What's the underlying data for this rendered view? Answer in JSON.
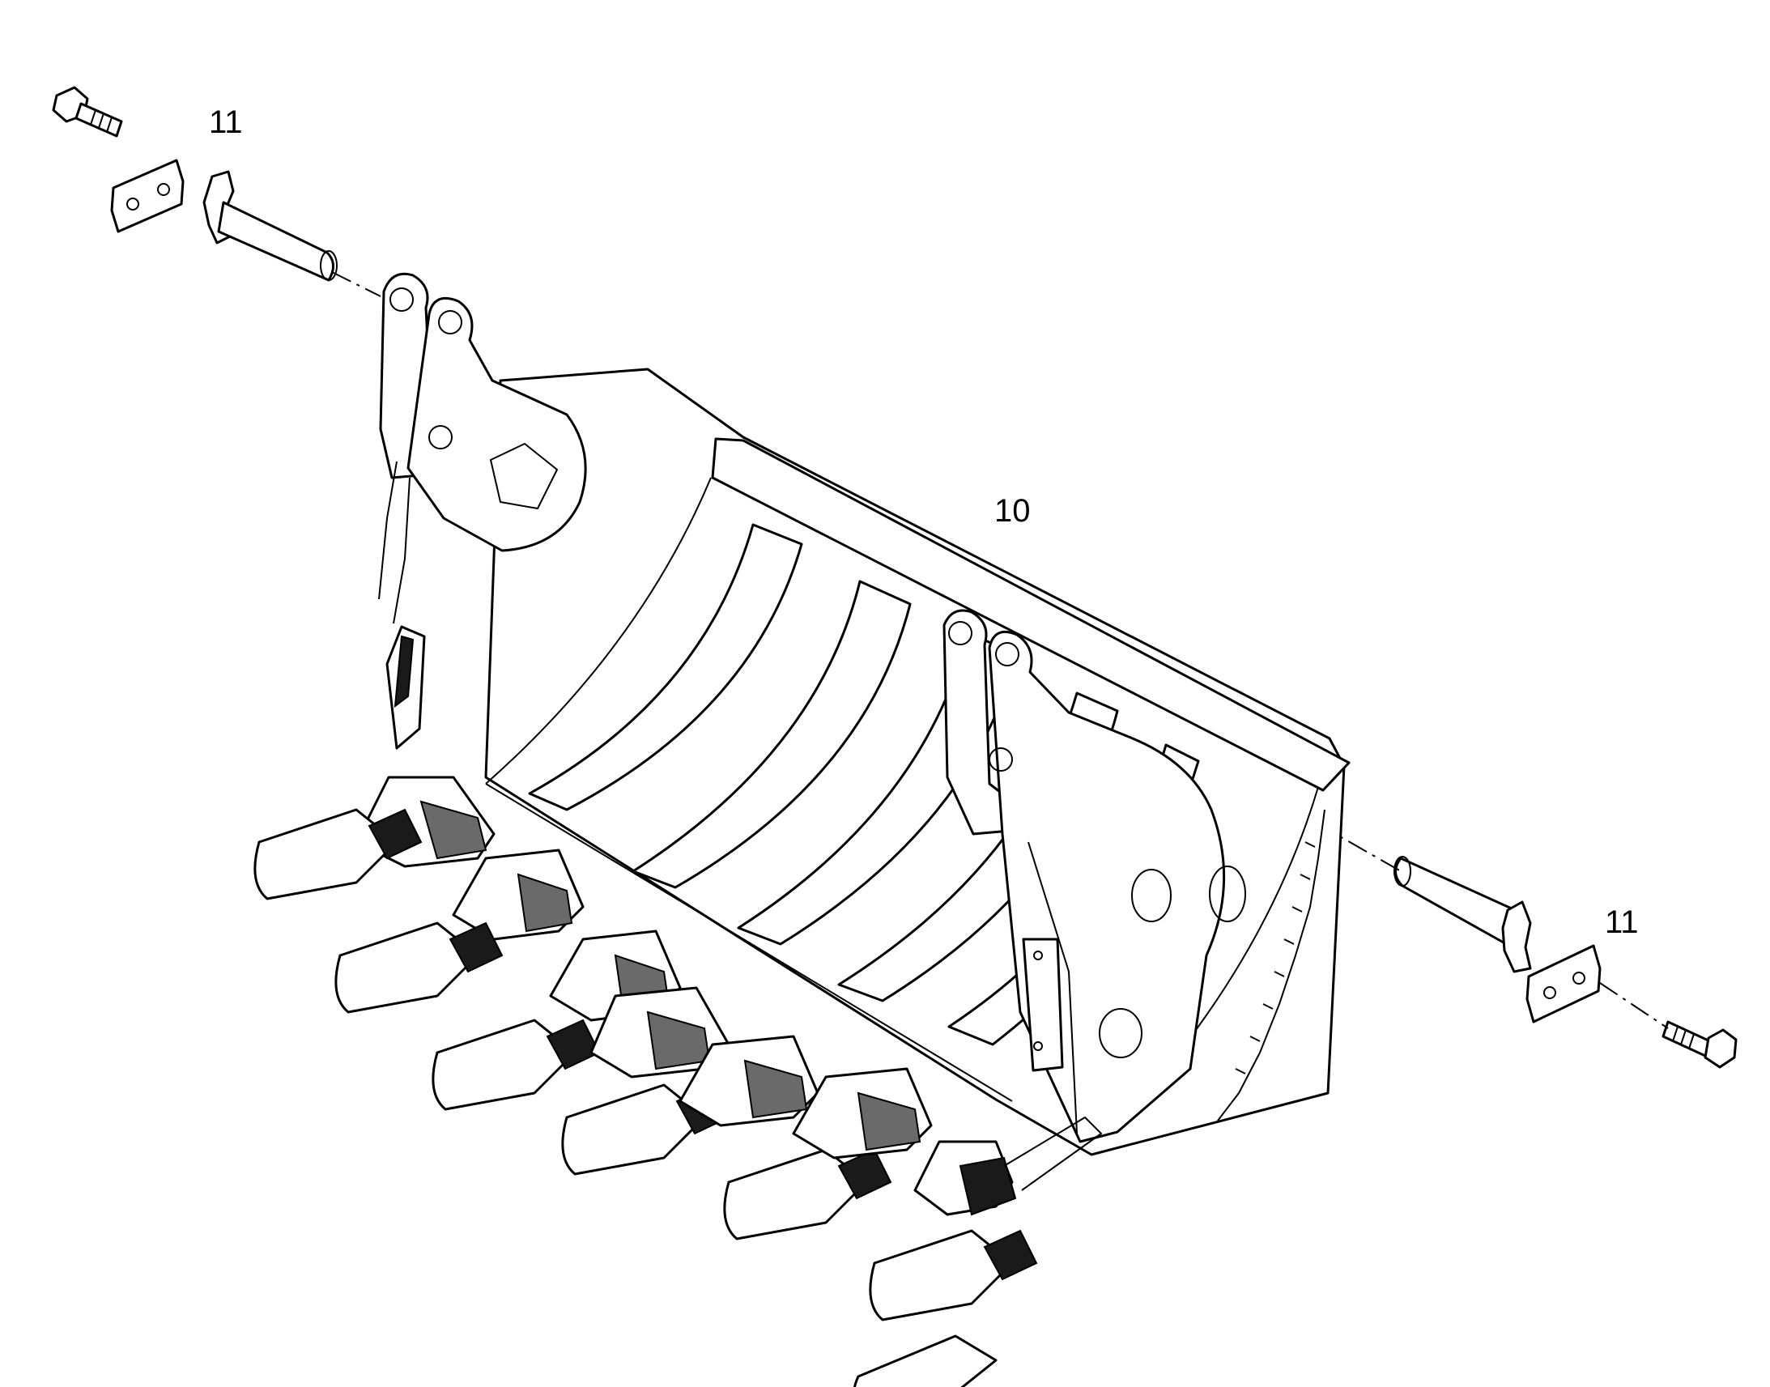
{
  "callouts": {
    "bucket": "10",
    "pin_left": "11",
    "pin_right": "11"
  },
  "parts": {
    "teeth_count": 7
  },
  "colors": {
    "line": "#000000",
    "background": "#ffffff",
    "tooth_dark": "#1a1a1a",
    "tooth_grey": "#6a6a6a"
  }
}
